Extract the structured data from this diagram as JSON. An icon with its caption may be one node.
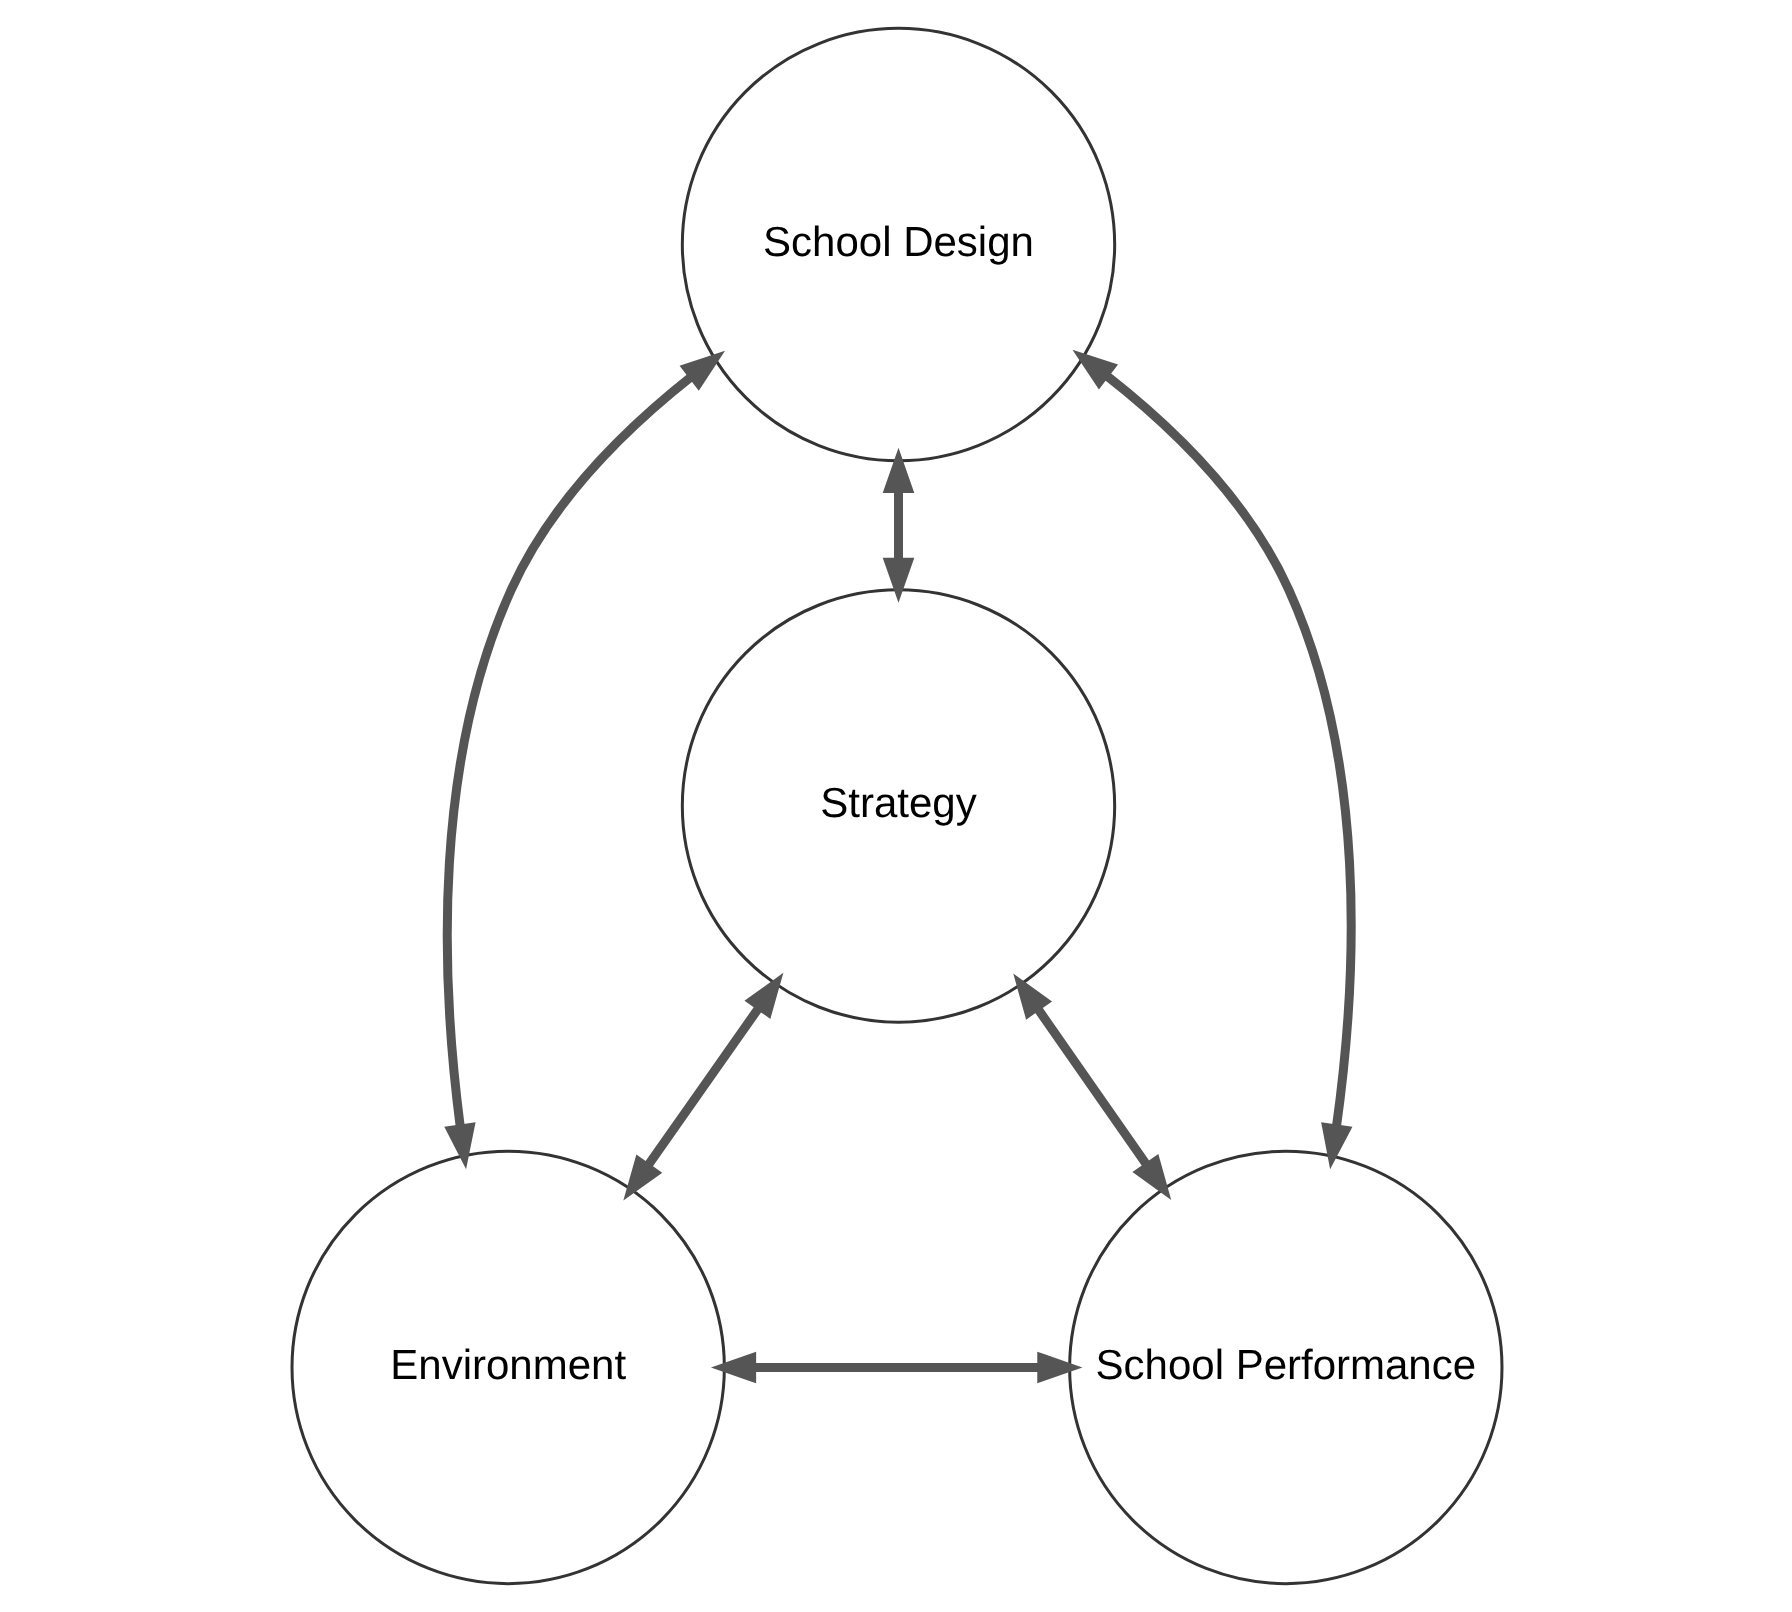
{
  "diagram": {
    "nodes": [
      {
        "text": [
          "School Design"
        ]
      },
      {
        "text": [
          "Strategy"
        ]
      },
      {
        "text": [
          "Environment"
        ]
      },
      {
        "text": [
          "School Performance"
        ]
      }
    ],
    "edges": [
      {
        "from": 0,
        "to": 2,
        "arrow": "both"
      },
      {
        "from": 0,
        "to": 3,
        "arrow": "both"
      },
      {
        "from": 0,
        "to": 1,
        "arrow": "both"
      },
      {
        "from": 1,
        "to": 2,
        "arrow": "both"
      },
      {
        "from": 1,
        "to": 3,
        "arrow": "both"
      },
      {
        "from": 2,
        "to": 3,
        "arrow": "both"
      }
    ]
  }
}
